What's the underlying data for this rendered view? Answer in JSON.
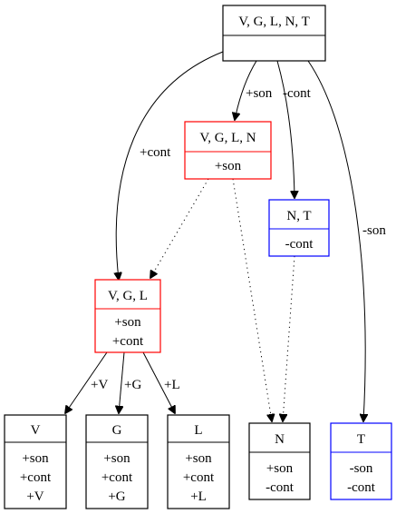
{
  "nodes": {
    "root": {
      "title": "V, G, L, N, T",
      "features": [],
      "color": "#000000"
    },
    "vgln": {
      "title": "V, G, L, N",
      "features": [
        "+son"
      ],
      "color": "#ff0000"
    },
    "nt": {
      "title": "N, T",
      "features": [
        "-cont"
      ],
      "color": "#0000ff"
    },
    "vgl": {
      "title": "V, G, L",
      "features": [
        "+son",
        "+cont"
      ],
      "color": "#ff0000"
    },
    "v": {
      "title": "V",
      "features": [
        "+son",
        "+cont",
        "+V"
      ],
      "color": "#000000"
    },
    "g": {
      "title": "G",
      "features": [
        "+son",
        "+cont",
        "+G"
      ],
      "color": "#000000"
    },
    "l": {
      "title": "L",
      "features": [
        "+son",
        "+cont",
        "+L"
      ],
      "color": "#000000"
    },
    "n": {
      "title": "N",
      "features": [
        "+son",
        "-cont"
      ],
      "color": "#000000"
    },
    "t": {
      "title": "T",
      "features": [
        "-son",
        "-cont"
      ],
      "color": "#0000ff"
    }
  },
  "edges": {
    "root_vgl": "+cont",
    "root_vgln": "+son",
    "root_nt": "-cont",
    "root_t": "-son",
    "vgl_v": "+V",
    "vgl_g": "+G",
    "vgl_l": "+L"
  }
}
